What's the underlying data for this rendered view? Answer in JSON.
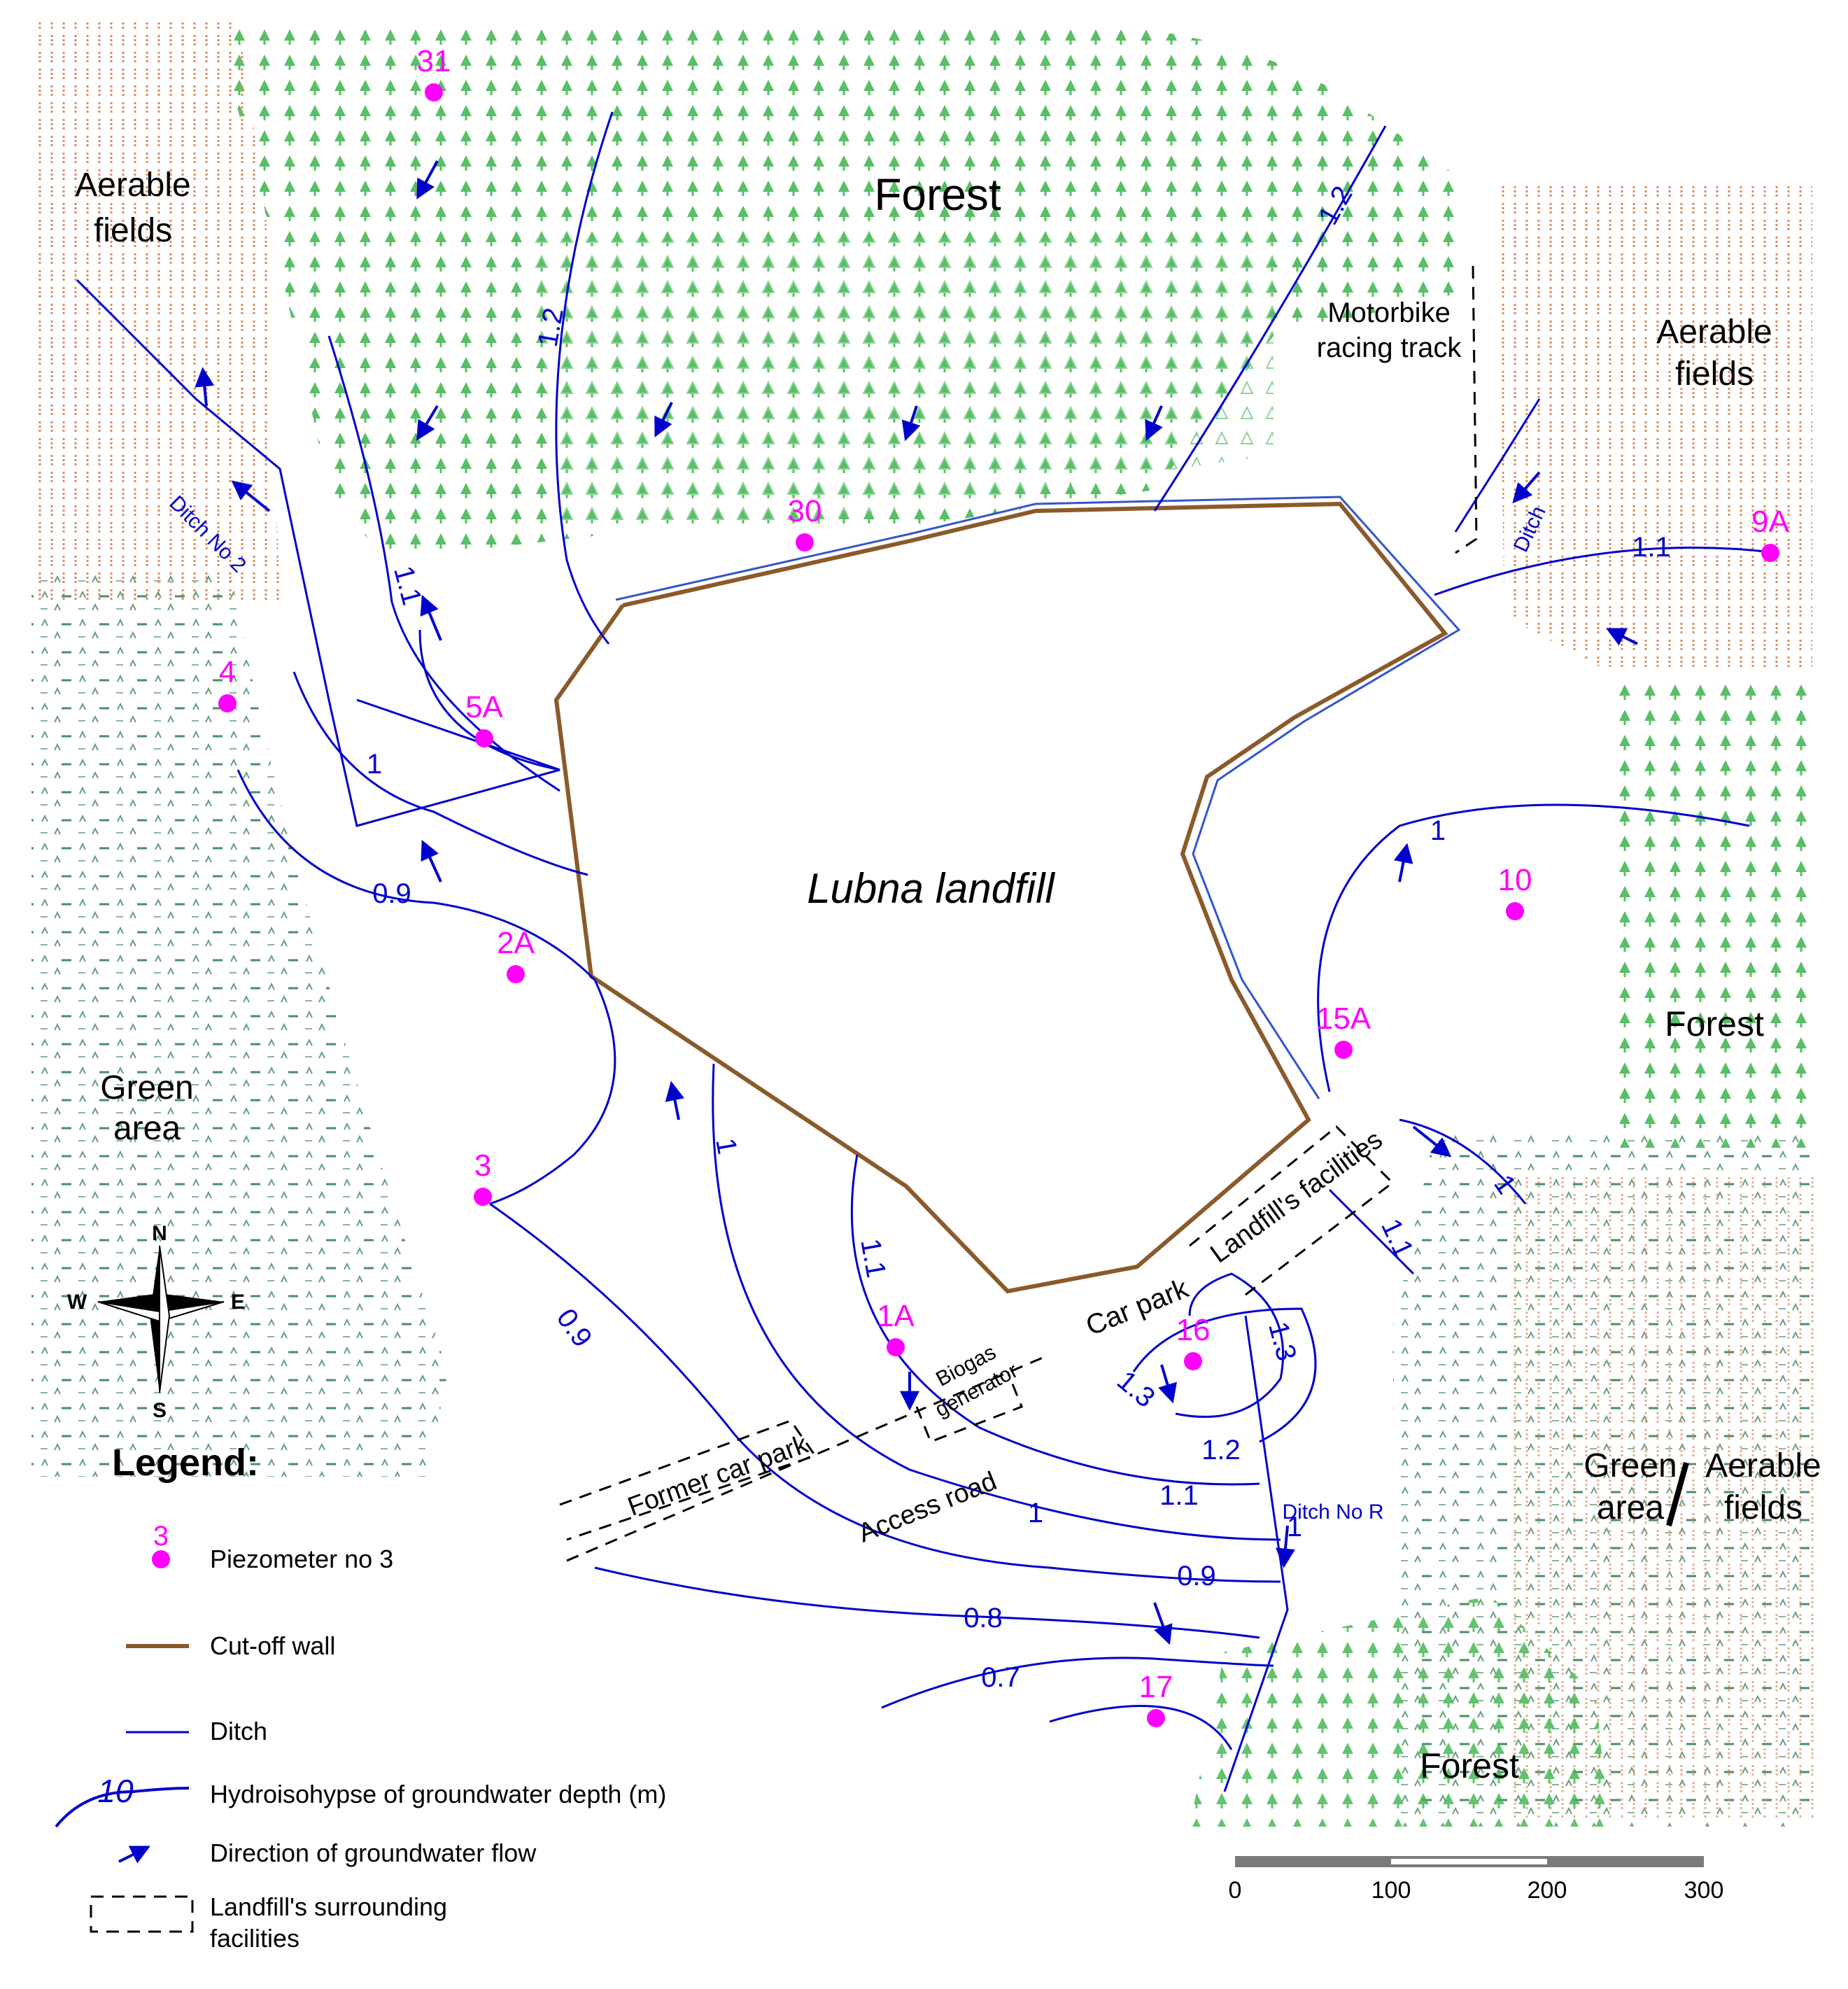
{
  "map": {
    "landfill_label": "Lubna landfill",
    "areas": {
      "forest_north": "Forest",
      "forest_east": "Forest",
      "forest_south": "Forest",
      "aerable_nw_line1": "Aerable",
      "aerable_nw_line2": "fields",
      "aerable_ne_line1": "Aerable",
      "aerable_ne_line2": "fields",
      "green_w_line1": "Green",
      "green_w_line2": "area",
      "mixed_se_green_line1": "Green",
      "mixed_se_green_line2": "area",
      "mixed_se_aerable_line1": "Aerable",
      "mixed_se_aerable_line2": "fields"
    },
    "facilities": {
      "motorbike_line1": "Motorbike",
      "motorbike_line2": "racing track",
      "car_park": "Car park",
      "former_car_park": "Former car park",
      "access_road": "Access road",
      "biogas_line1": "Biogas",
      "biogas_line2": "generator",
      "landfill_facilities": "Landfill's facilities"
    },
    "ditches": {
      "ditch_no2": "Ditch No 2",
      "ditch_ne": "Ditch",
      "ditch_no_r": "Ditch No R"
    },
    "piezometers": [
      "31",
      "30",
      "9A",
      "4",
      "5A",
      "10",
      "2A",
      "15A",
      "3",
      "1A",
      "16",
      "17"
    ],
    "isohypse_labels": [
      "1.2",
      "1.2",
      "1.1",
      "1.1",
      "1",
      "0.9",
      "1",
      "1",
      "1.1",
      "1.1",
      "1",
      "1.3",
      "1.3",
      "1.2",
      "1.1",
      "1",
      "0.9",
      "0.8",
      "0.7",
      "0.9",
      "1"
    ],
    "compass": {
      "n": "N",
      "s": "S",
      "e": "E",
      "w": "W"
    }
  },
  "legend": {
    "title": "Legend:",
    "sample_number": "3",
    "piezometer": "Piezometer no 3",
    "cutoff_wall": "Cut-off wall",
    "ditch": "Ditch",
    "isohypse_sample": "10",
    "isohypse": "Hydroisohypse of groundwater depth (m)",
    "flow": "Direction of groundwater flow",
    "facilities_line1": "Landfill's surrounding",
    "facilities_line2": "facilities"
  },
  "scale_bar": {
    "ticks": [
      "0",
      "100",
      "200",
      "300"
    ]
  },
  "colors": {
    "isohypse": "#0000cc",
    "piezometer": "#ff00ff",
    "cutoff_wall": "#8b5a2b",
    "forest": "#3cb44b",
    "aerable": "#d2691e",
    "green_area": "#4d8c6a"
  }
}
